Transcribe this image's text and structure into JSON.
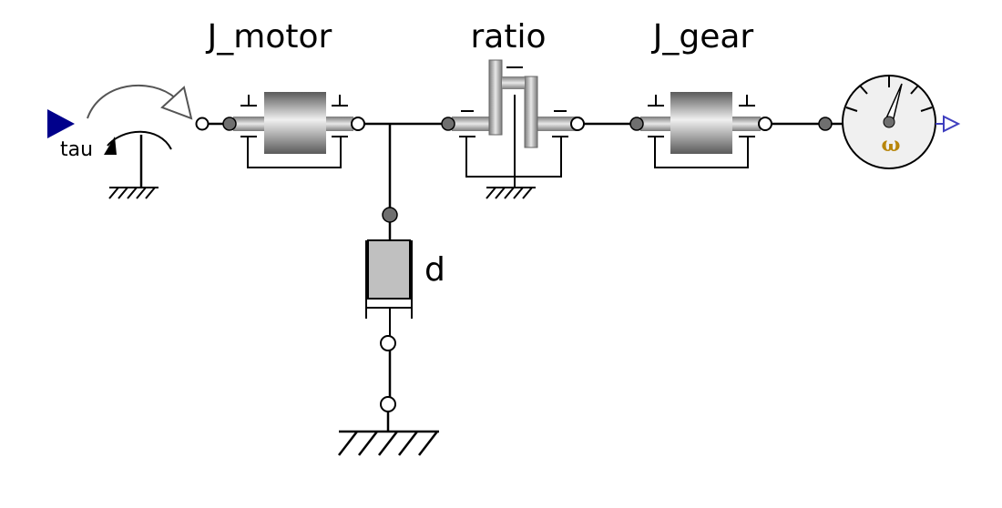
{
  "diagram": {
    "labels": {
      "j_motor": "J_motor",
      "ratio": "ratio",
      "j_gear": "J_gear",
      "damper": "d",
      "input": "tau",
      "sensor": "ω"
    },
    "colors": {
      "line": "#000000",
      "input_arrow": "#00008b",
      "output_arrow": "#3f3fbf",
      "omega_text": "#b8860b",
      "flange_filled": "#6f6f6f",
      "damper_fill": "#c0c0c0",
      "sensor_fill": "#f0f0f0"
    }
  }
}
